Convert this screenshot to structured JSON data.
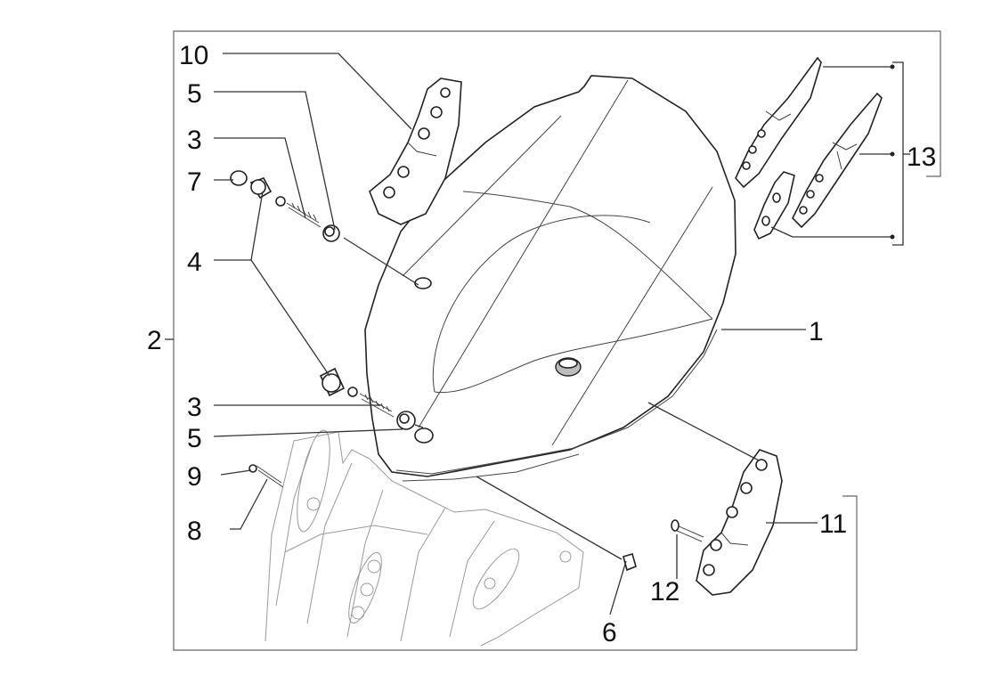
{
  "callouts": {
    "c1": "1",
    "c2": "2",
    "c3_upper": "3",
    "c3_lower": "3",
    "c4": "4",
    "c5_upper": "5",
    "c5_lower": "5",
    "c6": "6",
    "c7": "7",
    "c8": "8",
    "c9": "9",
    "c10": "10",
    "c11": "11",
    "c12": "12",
    "c13": "13"
  }
}
